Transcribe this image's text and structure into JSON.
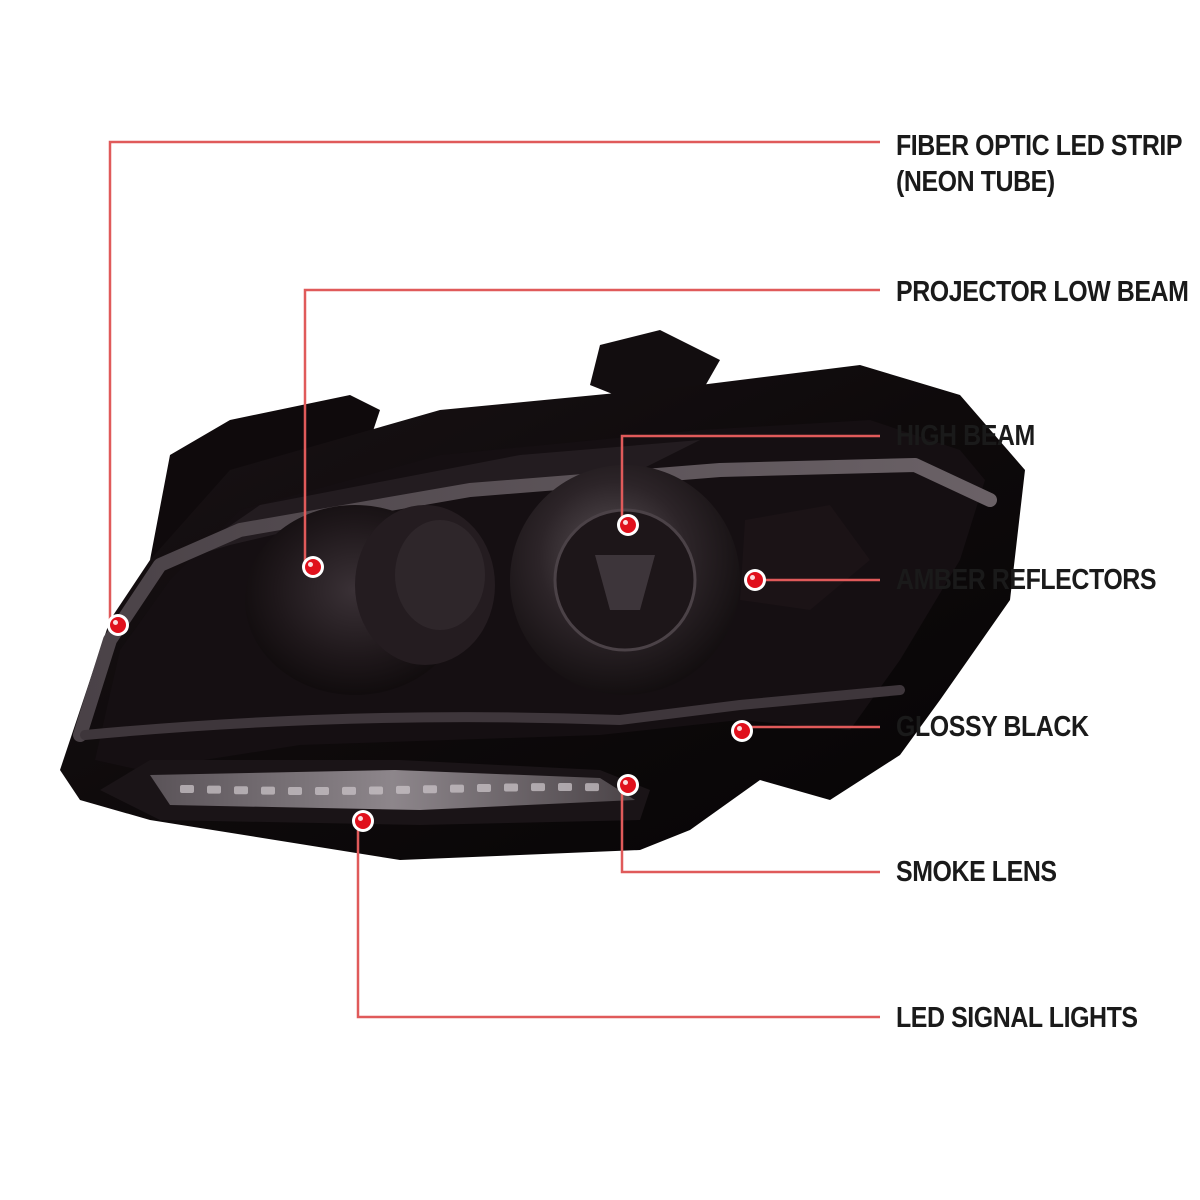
{
  "colors": {
    "leader_line": "#e05a5a",
    "marker_dot": "#e0101c",
    "marker_ring": "#ffffff",
    "label_text": "#1a1a1a",
    "housing": "#0b0708",
    "lens_smoke": "#231a1e"
  },
  "callouts": [
    {
      "id": "fiber-optic-led-strip",
      "lines": [
        "FIBER OPTIC LED STRIP",
        "(NEON TUBE)"
      ]
    },
    {
      "id": "projector-low-beam",
      "lines": [
        "PROJECTOR LOW BEAM"
      ]
    },
    {
      "id": "high-beam",
      "lines": [
        "HIGH BEAM"
      ]
    },
    {
      "id": "amber-reflectors",
      "lines": [
        "AMBER REFLECTORS"
      ]
    },
    {
      "id": "glossy-black",
      "lines": [
        "GLOSSY BLACK"
      ]
    },
    {
      "id": "smoke-lens",
      "lines": [
        "SMOKE LENS"
      ]
    },
    {
      "id": "led-signal-lights",
      "lines": [
        "LED SIGNAL LIGHTS"
      ]
    }
  ]
}
